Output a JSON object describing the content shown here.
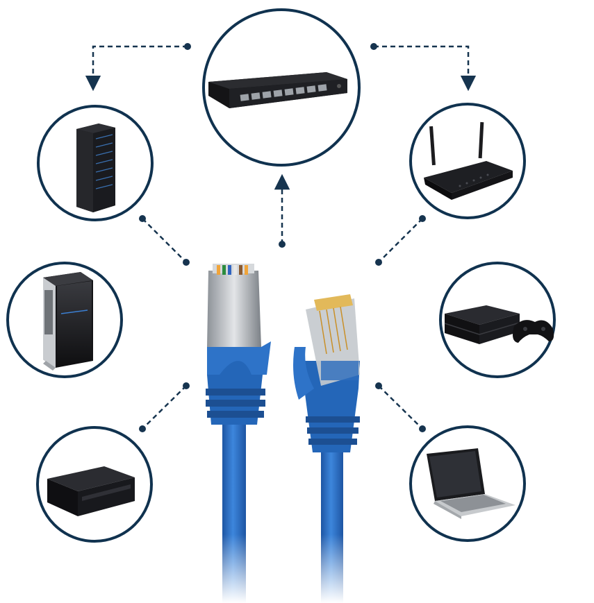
{
  "colors": {
    "ring": "#10324f",
    "connector": "#16344f",
    "cable": "#2e73c8",
    "cable_dark": "#1d55a3",
    "device_dark": "#1b1b1e",
    "metal": "#b9bdc2"
  },
  "hub": {
    "icon": "network-switch-icon"
  },
  "devices": [
    {
      "id": "server",
      "icon": "server-rack-icon"
    },
    {
      "id": "router",
      "icon": "wifi-router-icon"
    },
    {
      "id": "desktop",
      "icon": "desktop-tower-icon"
    },
    {
      "id": "console",
      "icon": "game-console-icon"
    },
    {
      "id": "printer",
      "icon": "printer-icon"
    },
    {
      "id": "laptop",
      "icon": "laptop-icon"
    }
  ],
  "cable": {
    "icon": "ethernet-cable-icon",
    "connectors": 2
  }
}
